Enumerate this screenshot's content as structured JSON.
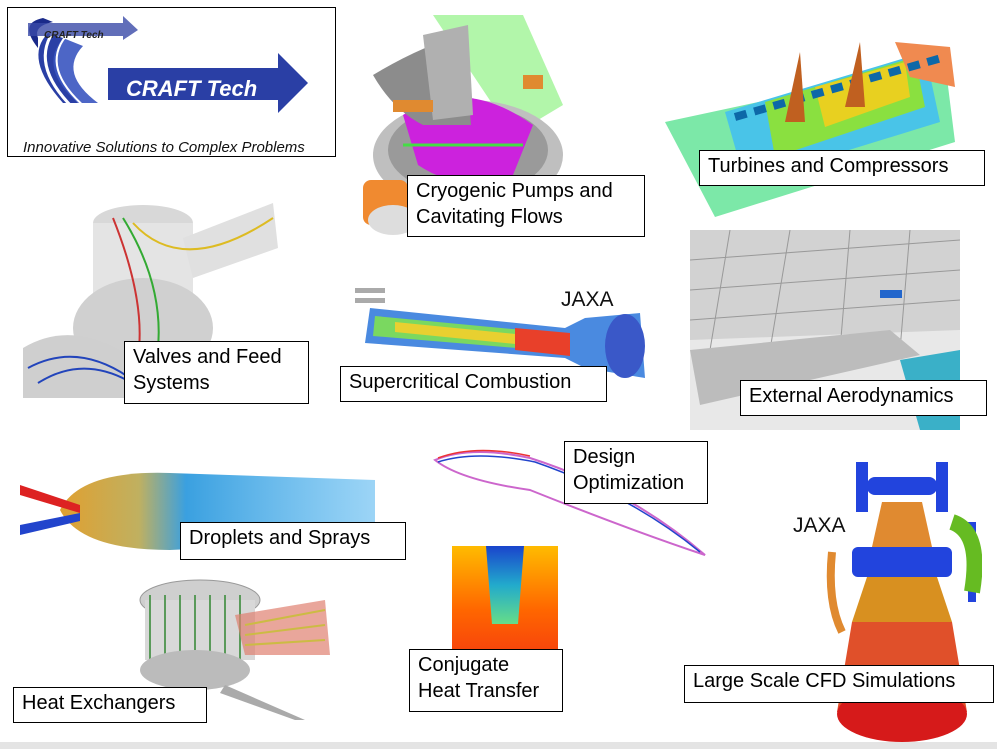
{
  "logo": {
    "company": "CRAFT Tech",
    "small_text": "CRAFT Tech",
    "tagline": "Innovative Solutions to Complex Problems"
  },
  "labels": {
    "cryogenic": [
      "Cryogenic Pumps and",
      "Cavitating Flows"
    ],
    "turbines": "Turbines and Compressors",
    "valves": [
      "Valves and Feed",
      "Systems"
    ],
    "combustion": "Supercritical Combustion",
    "aero": "External Aerodynamics",
    "design": [
      "Design",
      "Optimization"
    ],
    "droplets": "Droplets and Sprays",
    "heat_exchangers": "Heat Exchangers",
    "conjugate": [
      "Conjugate",
      "Heat Transfer"
    ],
    "large_scale": "Large Scale CFD Simulations"
  },
  "jaxa_labels": [
    "JAXA",
    "JAXA"
  ]
}
